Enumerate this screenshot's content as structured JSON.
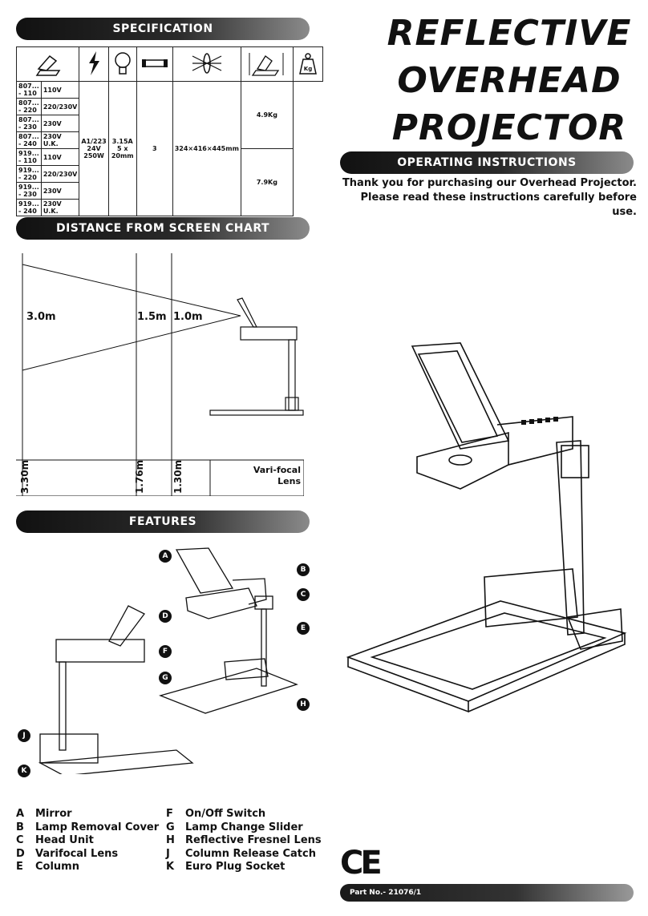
{
  "banners": {
    "specification": "SPECIFICATION",
    "distance_chart": "DISTANCE FROM SCREEN CHART",
    "features": "FEATURES",
    "operating": "OPERATING INSTRUCTIONS"
  },
  "title_lines": [
    "REFLECTIVE",
    "OVERHEAD",
    "PROJECTOR"
  ],
  "thanks_lines": [
    "Thank you for purchasing our Overhead Projector.",
    "Please read these instructions carefully before use."
  ],
  "spec_table": {
    "rows": [
      {
        "model": "807... - 110",
        "voltage": "110V"
      },
      {
        "model": "807... - 220",
        "voltage": "220/230V"
      },
      {
        "model": "807... - 230",
        "voltage": "230V"
      },
      {
        "model": "807... - 240",
        "voltage": "230V U.K."
      },
      {
        "model": "919... - 110",
        "voltage": "110V"
      },
      {
        "model": "919... - 220",
        "voltage": "220/230V"
      },
      {
        "model": "919... - 230",
        "voltage": "230V"
      },
      {
        "model": "919... - 240",
        "voltage": "230V U.K."
      }
    ],
    "lamp_line1": "A1/223",
    "lamp_line2": "24V 250W",
    "fuse_line1": "3.15A",
    "fuse_line2": "5 x 20mm",
    "lens_count": "3",
    "dimensions": "324×416×445mm",
    "weight_807": "4.9Kg",
    "weight_919": "7.9Kg",
    "weight_icon_label": "Kg"
  },
  "distance_chart": {
    "distance_labels": [
      "3.0m",
      "1.5m",
      "1.0m"
    ],
    "size_labels": [
      "3.30m",
      "1.76m",
      "1.30m"
    ],
    "lens_label_line1": "Vari-focal",
    "lens_label_line2": "Lens"
  },
  "features": {
    "left": [
      {
        "key": "A",
        "label": "Mirror"
      },
      {
        "key": "B",
        "label": "Lamp Removal Cover"
      },
      {
        "key": "C",
        "label": "Head Unit"
      },
      {
        "key": "D",
        "label": "Varifocal Lens"
      },
      {
        "key": "E",
        "label": "Column"
      }
    ],
    "right": [
      {
        "key": "F",
        "label": "On/Off Switch"
      },
      {
        "key": "G",
        "label": "Lamp Change Slider"
      },
      {
        "key": "H",
        "label": "Reflective Fresnel Lens"
      },
      {
        "key": "J",
        "label": "Column Release Catch"
      },
      {
        "key": "K",
        "label": "Euro Plug Socket"
      }
    ]
  },
  "ce_mark": "CE",
  "part_no": "Part No.- 21076/1"
}
